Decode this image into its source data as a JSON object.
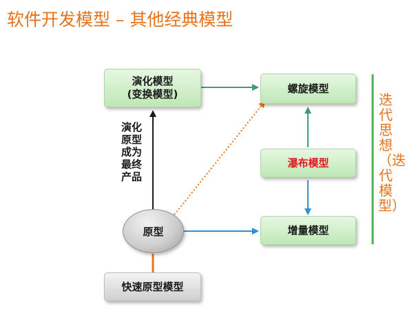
{
  "title": "软件开发模型 – 其他经典模型",
  "nodes": {
    "evolution": "演化模型\n(变换模型)",
    "spiral": "螺旋模型",
    "waterfall": "瀑布模型",
    "prototype": "原型",
    "incremental": "增量模型",
    "rapid_prototype": "快速原型模型"
  },
  "arrow_label": "演化原型成为最终产品",
  "side_label": "迭代思想（迭代模型）",
  "colors": {
    "title": "#e8731a",
    "green_arrow": "#3f9a77",
    "blue_arrow": "#2f8fd9",
    "orange_arrow": "#e8731a",
    "black_arrow": "#1a1a1a",
    "waterfall_text": "#e01b1b",
    "divider": "#4caf50"
  }
}
